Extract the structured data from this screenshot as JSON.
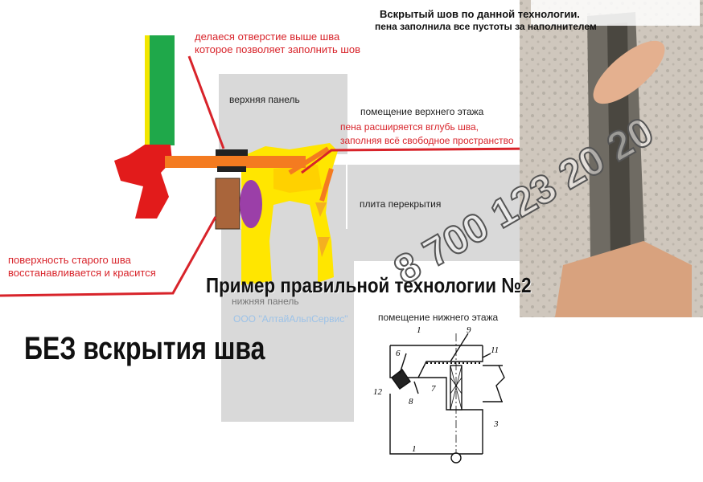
{
  "photo": {
    "caption_line1": "Вскрытый шов по данной технологии.",
    "caption_line2": "пена заполнила все пустоты за наполнителем",
    "watermark_phone": "8 700 123 20 20"
  },
  "annotations": {
    "hole_note_line1": "делаеся отверстие выше шва",
    "hole_note_line2": "которое позволяет заполнить шов",
    "upper_panel": "верхняя панель",
    "upper_floor_room": "помещение верхнего этажа",
    "foam_note_line1": "пена расширяется вглубь шва,",
    "foam_note_line2": "заполняя всё свободное пространство",
    "floor_slab": "плита перекрытия",
    "old_seam_line1": "поверхность старого шва",
    "old_seam_line2": "восстанавливается и красится",
    "lower_panel": "нижняя панель",
    "company": "ООО \"АлтайАльпСервис\"",
    "lower_floor_room": "помещение нижнего этажа"
  },
  "headings": {
    "example_title": "Пример правильной технологии №2",
    "without_opening": "БЕЗ вскрытия шва"
  },
  "drawing_callouts": [
    "1",
    "9",
    "6",
    "11",
    "12",
    "8",
    "7",
    "3",
    "1"
  ],
  "colors": {
    "annotation_red": "#d8232a",
    "foam_yellow": "#ffe600",
    "panel_gray": "#d9d9d9",
    "foam_gun_green": "#1fa84a",
    "nozzle_orange": "#f47b20",
    "filler_purple": "#9b3fa8",
    "old_seam_brown": "#a9653b"
  }
}
